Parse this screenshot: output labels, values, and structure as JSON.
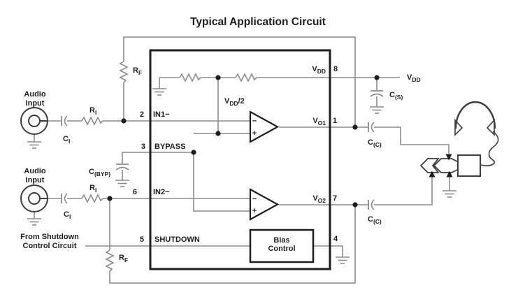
{
  "labels": {
    "title": "Typical Application Circuit",
    "audio_input_1": {
      "line1": "Audio",
      "line2": "Input"
    },
    "audio_input_2": {
      "line1": "Audio",
      "line2": "Input"
    },
    "shutdown_source": {
      "line1": "From Shutdown",
      "line2": "Control Circuit"
    }
  },
  "components": {
    "rf_top": {
      "name": "R",
      "sub": "F"
    },
    "rf_bottom": {
      "name": "R",
      "sub": "F"
    },
    "ri_top": {
      "name": "R",
      "sub": "I"
    },
    "ri_bottom": {
      "name": "R",
      "sub": "I"
    },
    "ci_top": {
      "name": "C",
      "sub": "I"
    },
    "ci_bottom": {
      "name": "C",
      "sub": "I"
    },
    "c_byp": {
      "name": "C",
      "sub": "(BYP)"
    },
    "c_s": {
      "name": "C",
      "sub": "(S)"
    },
    "c_c_top": {
      "name": "C",
      "sub": "(C)"
    },
    "c_c_bottom": {
      "name": "C",
      "sub": "(C)"
    }
  },
  "ic": {
    "pins": {
      "in1": {
        "number": "2",
        "label": "IN1−"
      },
      "bypass": {
        "number": "3",
        "label": "BYPASS"
      },
      "in2": {
        "number": "6",
        "label": "IN2−"
      },
      "shutdown": {
        "number": "5",
        "label": "SHUTDOWN"
      },
      "vdd": {
        "number": "8",
        "name": "V",
        "sub": "DD"
      },
      "vo1": {
        "number": "1",
        "name": "V",
        "sub": "O1"
      },
      "vo2": {
        "number": "7",
        "name": "V",
        "sub": "O2"
      },
      "gnd": {
        "number": "4"
      }
    },
    "internal": {
      "vdd_half": {
        "name": "V",
        "sub": "DD",
        "suffix": "/2"
      },
      "bias": {
        "line1": "Bias",
        "line2": "Control"
      },
      "opamp1_minus": "−",
      "opamp1_plus": "+",
      "opamp2_minus": "−",
      "opamp2_plus": "+"
    }
  },
  "power": {
    "vdd_external": {
      "name": "V",
      "sub": "DD"
    }
  },
  "colors": {
    "wire": "#8c8c8c",
    "ink": "#1e1e1e",
    "accessory": "#3d3d3d",
    "background": "#ffffff"
  }
}
